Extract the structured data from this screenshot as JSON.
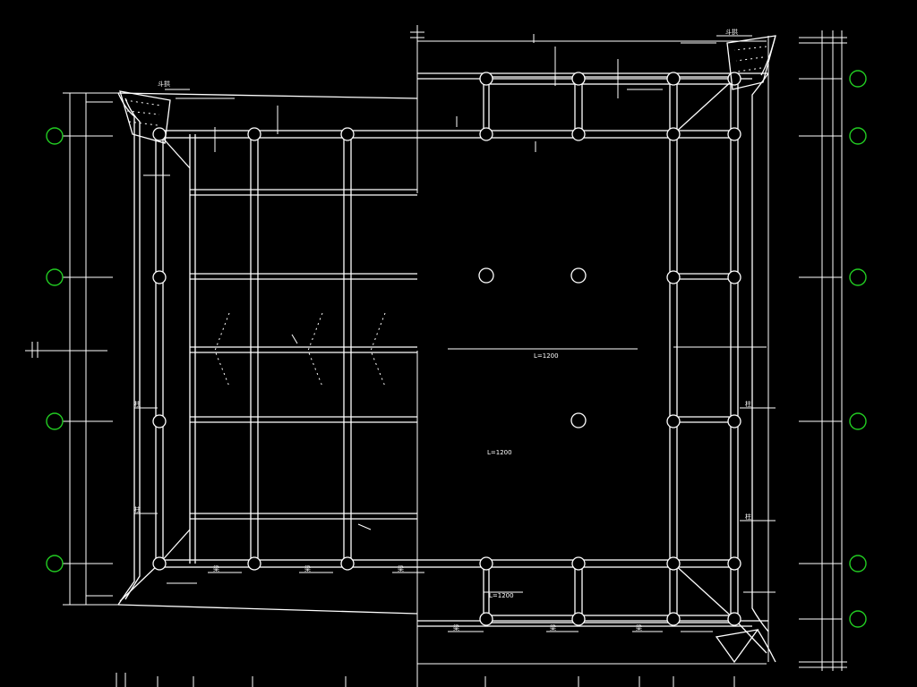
{
  "drawing": {
    "background_color": "#000000",
    "line_color": "#ffffff",
    "grid_bubble_color": "#22cc22",
    "labels": {
      "column_tag": "柱",
      "corner_tag": "斗拱",
      "beam_tag": "梁",
      "dim_tag": "L=1200"
    }
  }
}
